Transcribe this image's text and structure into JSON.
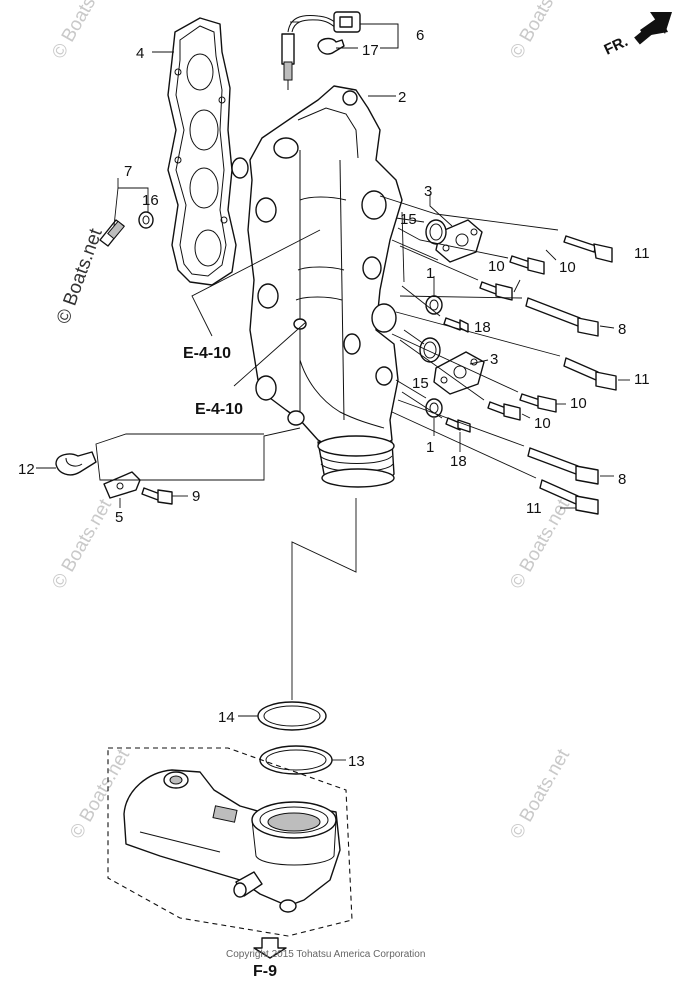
{
  "direction_label": "FR.",
  "callouts": {
    "c1a": "1",
    "c1b": "1",
    "c2": "2",
    "c3a": "3",
    "c3b": "3",
    "c4": "4",
    "c5": "5",
    "c6": "6",
    "c7": "7",
    "c8a": "8",
    "c8b": "8",
    "c9": "9",
    "c10a": "10",
    "c10b": "10",
    "c10c": "10",
    "c10d": "10",
    "c11a": "11",
    "c11b": "11",
    "c11c": "11",
    "c12": "12",
    "c13": "13",
    "c14": "14",
    "c15a": "15",
    "c15b": "15",
    "c16": "16",
    "c17": "17",
    "c18a": "18",
    "c18b": "18"
  },
  "references": {
    "e1": "E-4-10",
    "e2": "E-4-10",
    "f9": "F-9"
  },
  "watermark": "© Boats.net",
  "copyright": "Copyright 2015 Tohatsu America Corporation"
}
